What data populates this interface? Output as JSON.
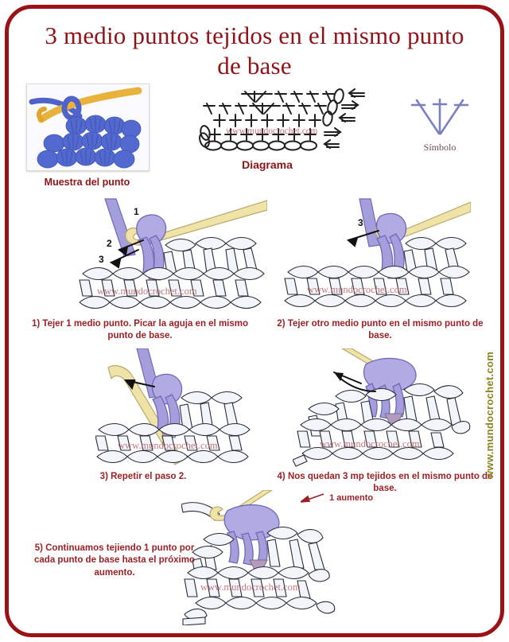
{
  "title": "3 medio puntos tejidos en el mismo punto de base",
  "colors": {
    "frame": "#9b1115",
    "title_text": "#8f1418",
    "caption_text": "#9c2127",
    "yarn_light": "#f2f6fb",
    "yarn_accent": "#9a96d6",
    "hook": "#efe3a8",
    "watermark": "#b3565c",
    "sidebar_url": "#8a8420"
  },
  "sample": {
    "label": "Muestra del punto",
    "photo_alt": "crochet-sample-photo",
    "yarn_color": "#4f63c8",
    "hook_color": "#e8b23c"
  },
  "diagram": {
    "label": "Diagrama",
    "watermark": "www.mundocrochet.com",
    "rows": [
      {
        "symbols": "chain-row",
        "arrow": "left"
      },
      {
        "symbols": "single-crochet-row",
        "arrow": "right"
      },
      {
        "symbols": "single-crochet-row",
        "arrow": "left"
      },
      {
        "symbols": "half-double-crochet-row-with-increase",
        "arrow": "right"
      },
      {
        "symbols": "half-double-crochet-row-with-increase",
        "arrow": "left"
      }
    ]
  },
  "symbol": {
    "label": "Símbolo",
    "glyph": "three-half-double-crochet-in-same-stitch"
  },
  "steps": [
    {
      "id": "step1",
      "caption": "1) Tejer 1 medio punto. Picar la aguja en el mismo punto de base.",
      "art": "step1-illustration",
      "markers": [
        "1",
        "2",
        "3"
      ],
      "watermark": "www.mundocrochet.com"
    },
    {
      "id": "step2",
      "caption": "2) Tejer otro medio punto en el mismo punto de base.",
      "art": "step2-illustration",
      "markers": [
        "3"
      ],
      "watermark": "www.mundocrochet.com"
    },
    {
      "id": "step3",
      "caption": "3) Repetir el paso 2.",
      "art": "step3-illustration",
      "markers": [],
      "watermark": "www.mundocrochet.com"
    },
    {
      "id": "step4",
      "caption": "4) Nos quedan 3 mp tejidos en el mismo punto de base.",
      "art": "step4-illustration",
      "markers": [],
      "watermark": "www.mundocrochet.com"
    },
    {
      "id": "step5",
      "caption": "5) Continuamos tejiendo 1 punto por cada punto de base hasta el próximo aumento.",
      "art": "step5-illustration",
      "markers": [],
      "annotation": "1 aumento",
      "watermark": "www.mundocrochet.com"
    }
  ],
  "sidebar": {
    "url": "www.mundocrochet.com"
  }
}
